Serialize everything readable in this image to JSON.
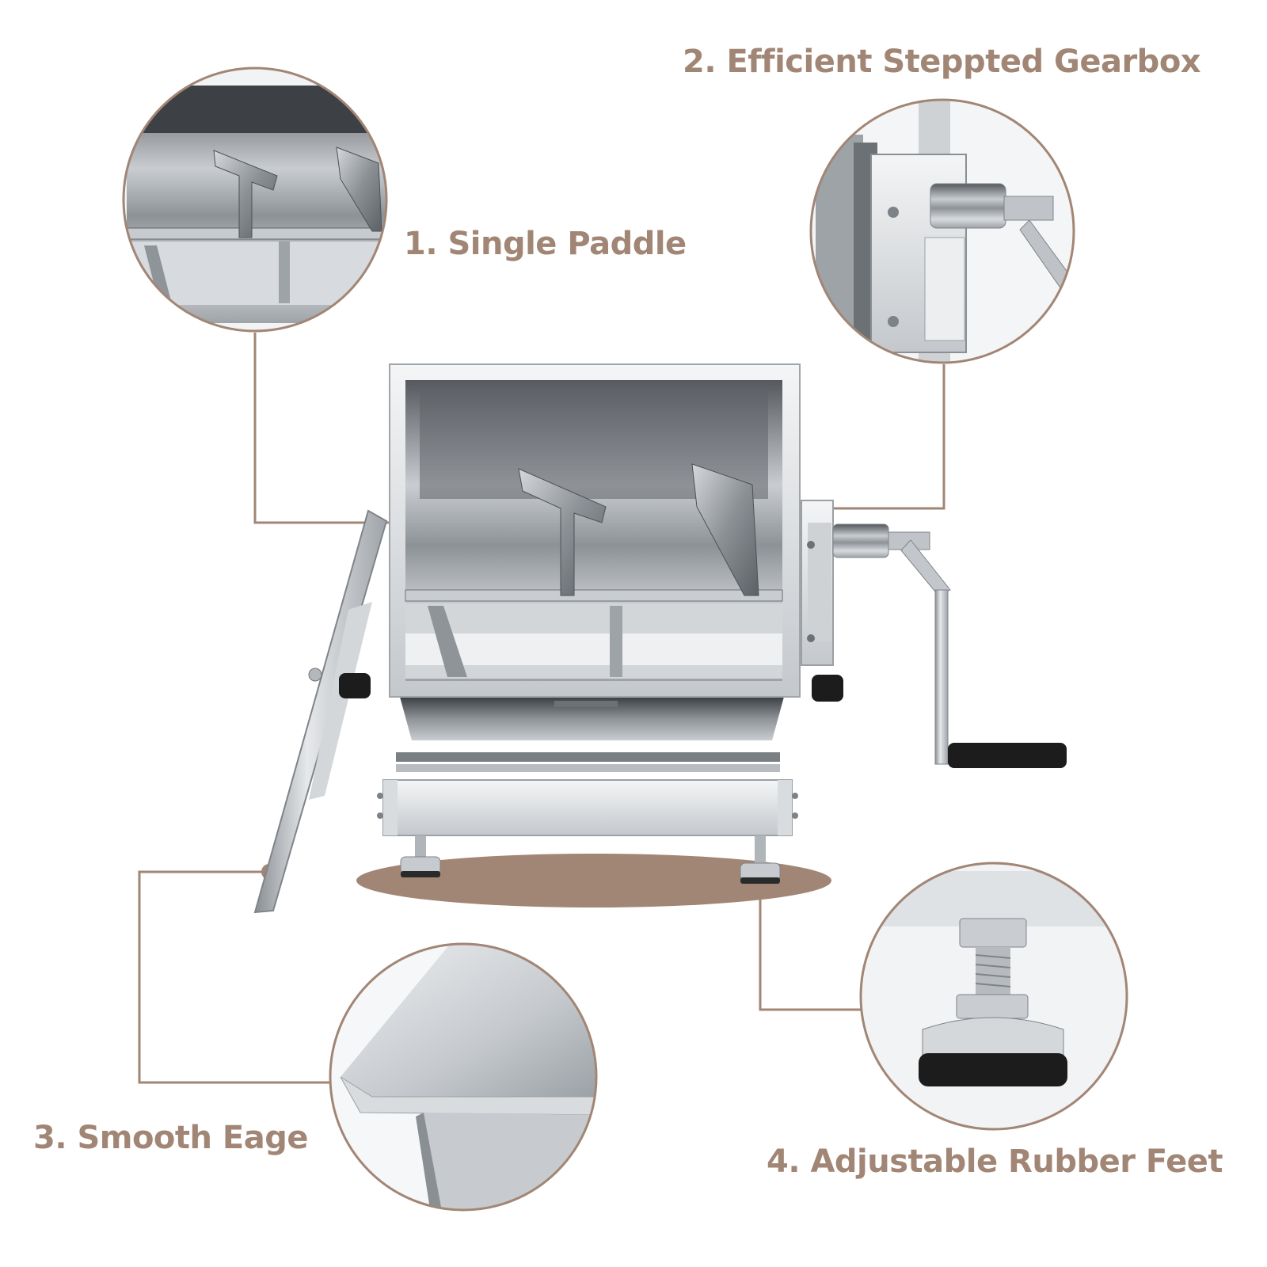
{
  "colors": {
    "accent": "#a28675",
    "metal_dark": "#5f6469",
    "metal_mid": "#a9aeb3",
    "metal_light": "#e3e6e9",
    "handle_black": "#1a1a1a"
  },
  "icons": [
    "dot-icon"
  ],
  "features": [
    {
      "id": "single-paddle",
      "label": "1. Single Paddle"
    },
    {
      "id": "stepped-gearbox",
      "label": "2. Efficient Steppted Gearbox"
    },
    {
      "id": "smooth-edge",
      "label": "3. Smooth Eage"
    },
    {
      "id": "rubber-feet",
      "label": "4. Adjustable Rubber Feet"
    }
  ]
}
